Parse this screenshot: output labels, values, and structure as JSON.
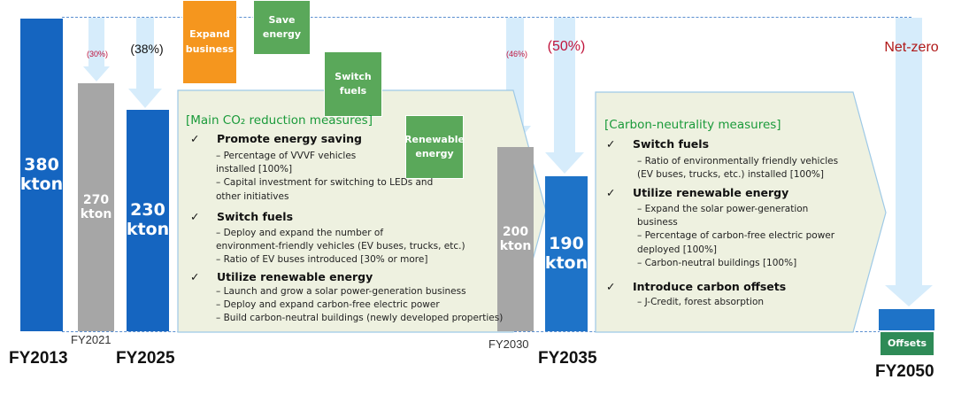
{
  "chart_data": {
    "type": "bar",
    "categories": [
      "FY2013",
      "FY2021",
      "FY2025",
      "FY2030",
      "FY2035",
      "FY2050"
    ],
    "values": [
      380,
      270,
      230,
      200,
      190,
      0
    ],
    "unit": "kton",
    "bars": [
      {
        "id": "fy2013",
        "label": "FY2013",
        "value": 380,
        "value_text": "380\nkton",
        "color": "#1565c0"
      },
      {
        "id": "fy2021",
        "label": "FY2021",
        "value": 270,
        "value_text": "270\nkton",
        "color": "#a6a6a6"
      },
      {
        "id": "fy2025",
        "label": "FY2025",
        "value": 230,
        "value_text": "230\nkton",
        "color": "#1565c0"
      },
      {
        "id": "fy2030",
        "label": "FY2030",
        "value": 200,
        "value_text": "200\nkton",
        "color": "#a6a6a6"
      },
      {
        "id": "fy2035",
        "label": "FY2035",
        "value": 190,
        "value_text": "190\nkton",
        "color": "#1e73c8"
      },
      {
        "id": "fy2050",
        "label": "FY2050",
        "value": 0,
        "value_text": "",
        "color": "#1e73c8"
      }
    ],
    "reductions": [
      {
        "id": "fy2021",
        "text": "(30%)"
      },
      {
        "id": "fy2025",
        "text": "(38%)"
      },
      {
        "id": "fy2030",
        "text": "(46%)"
      },
      {
        "id": "fy2035",
        "text": "(50%)"
      },
      {
        "id": "fy2050",
        "text": "Net-zero"
      }
    ]
  },
  "boxes": {
    "expand": "Expand\nbusiness",
    "save": "Save\nenergy",
    "switch": "Switch\nfuels",
    "renew": "Renewable\nenergy",
    "offsets": "Offsets"
  },
  "main_measures": {
    "title": "[Main CO₂ reduction measures]",
    "check": "✓",
    "items": [
      {
        "head": "Promote energy saving",
        "subs": "– Percentage of VVVF vehicles\ninstalled [100%]\n– Capital investment for switching to LEDs and\nother initiatives"
      },
      {
        "head": "Switch fuels",
        "subs": "– Deploy and expand the number of\nenvironment-friendly vehicles (EV buses, trucks, etc.)\n– Ratio of EV buses introduced [30% or more]"
      },
      {
        "head": "Utilize renewable energy",
        "subs": "– Launch and grow a solar power-generation business\n– Deploy and expand carbon-free electric power\n– Build carbon-neutral buildings (newly developed properties)"
      }
    ]
  },
  "cn_measures": {
    "title": "[Carbon-neutrality measures]",
    "check": "✓",
    "items": [
      {
        "head": "Switch fuels",
        "subs": "– Ratio of environmentally friendly vehicles\n(EV buses, trucks, etc.) installed [100%]"
      },
      {
        "head": "Utilize renewable energy",
        "subs": "– Expand the solar power-generation\nbusiness\n– Percentage of carbon-free electric power\ndeployed [100%]\n– Carbon-neutral buildings [100%]"
      },
      {
        "head": "Introduce carbon offsets",
        "subs": "– J-Credit, forest absorption"
      }
    ]
  }
}
